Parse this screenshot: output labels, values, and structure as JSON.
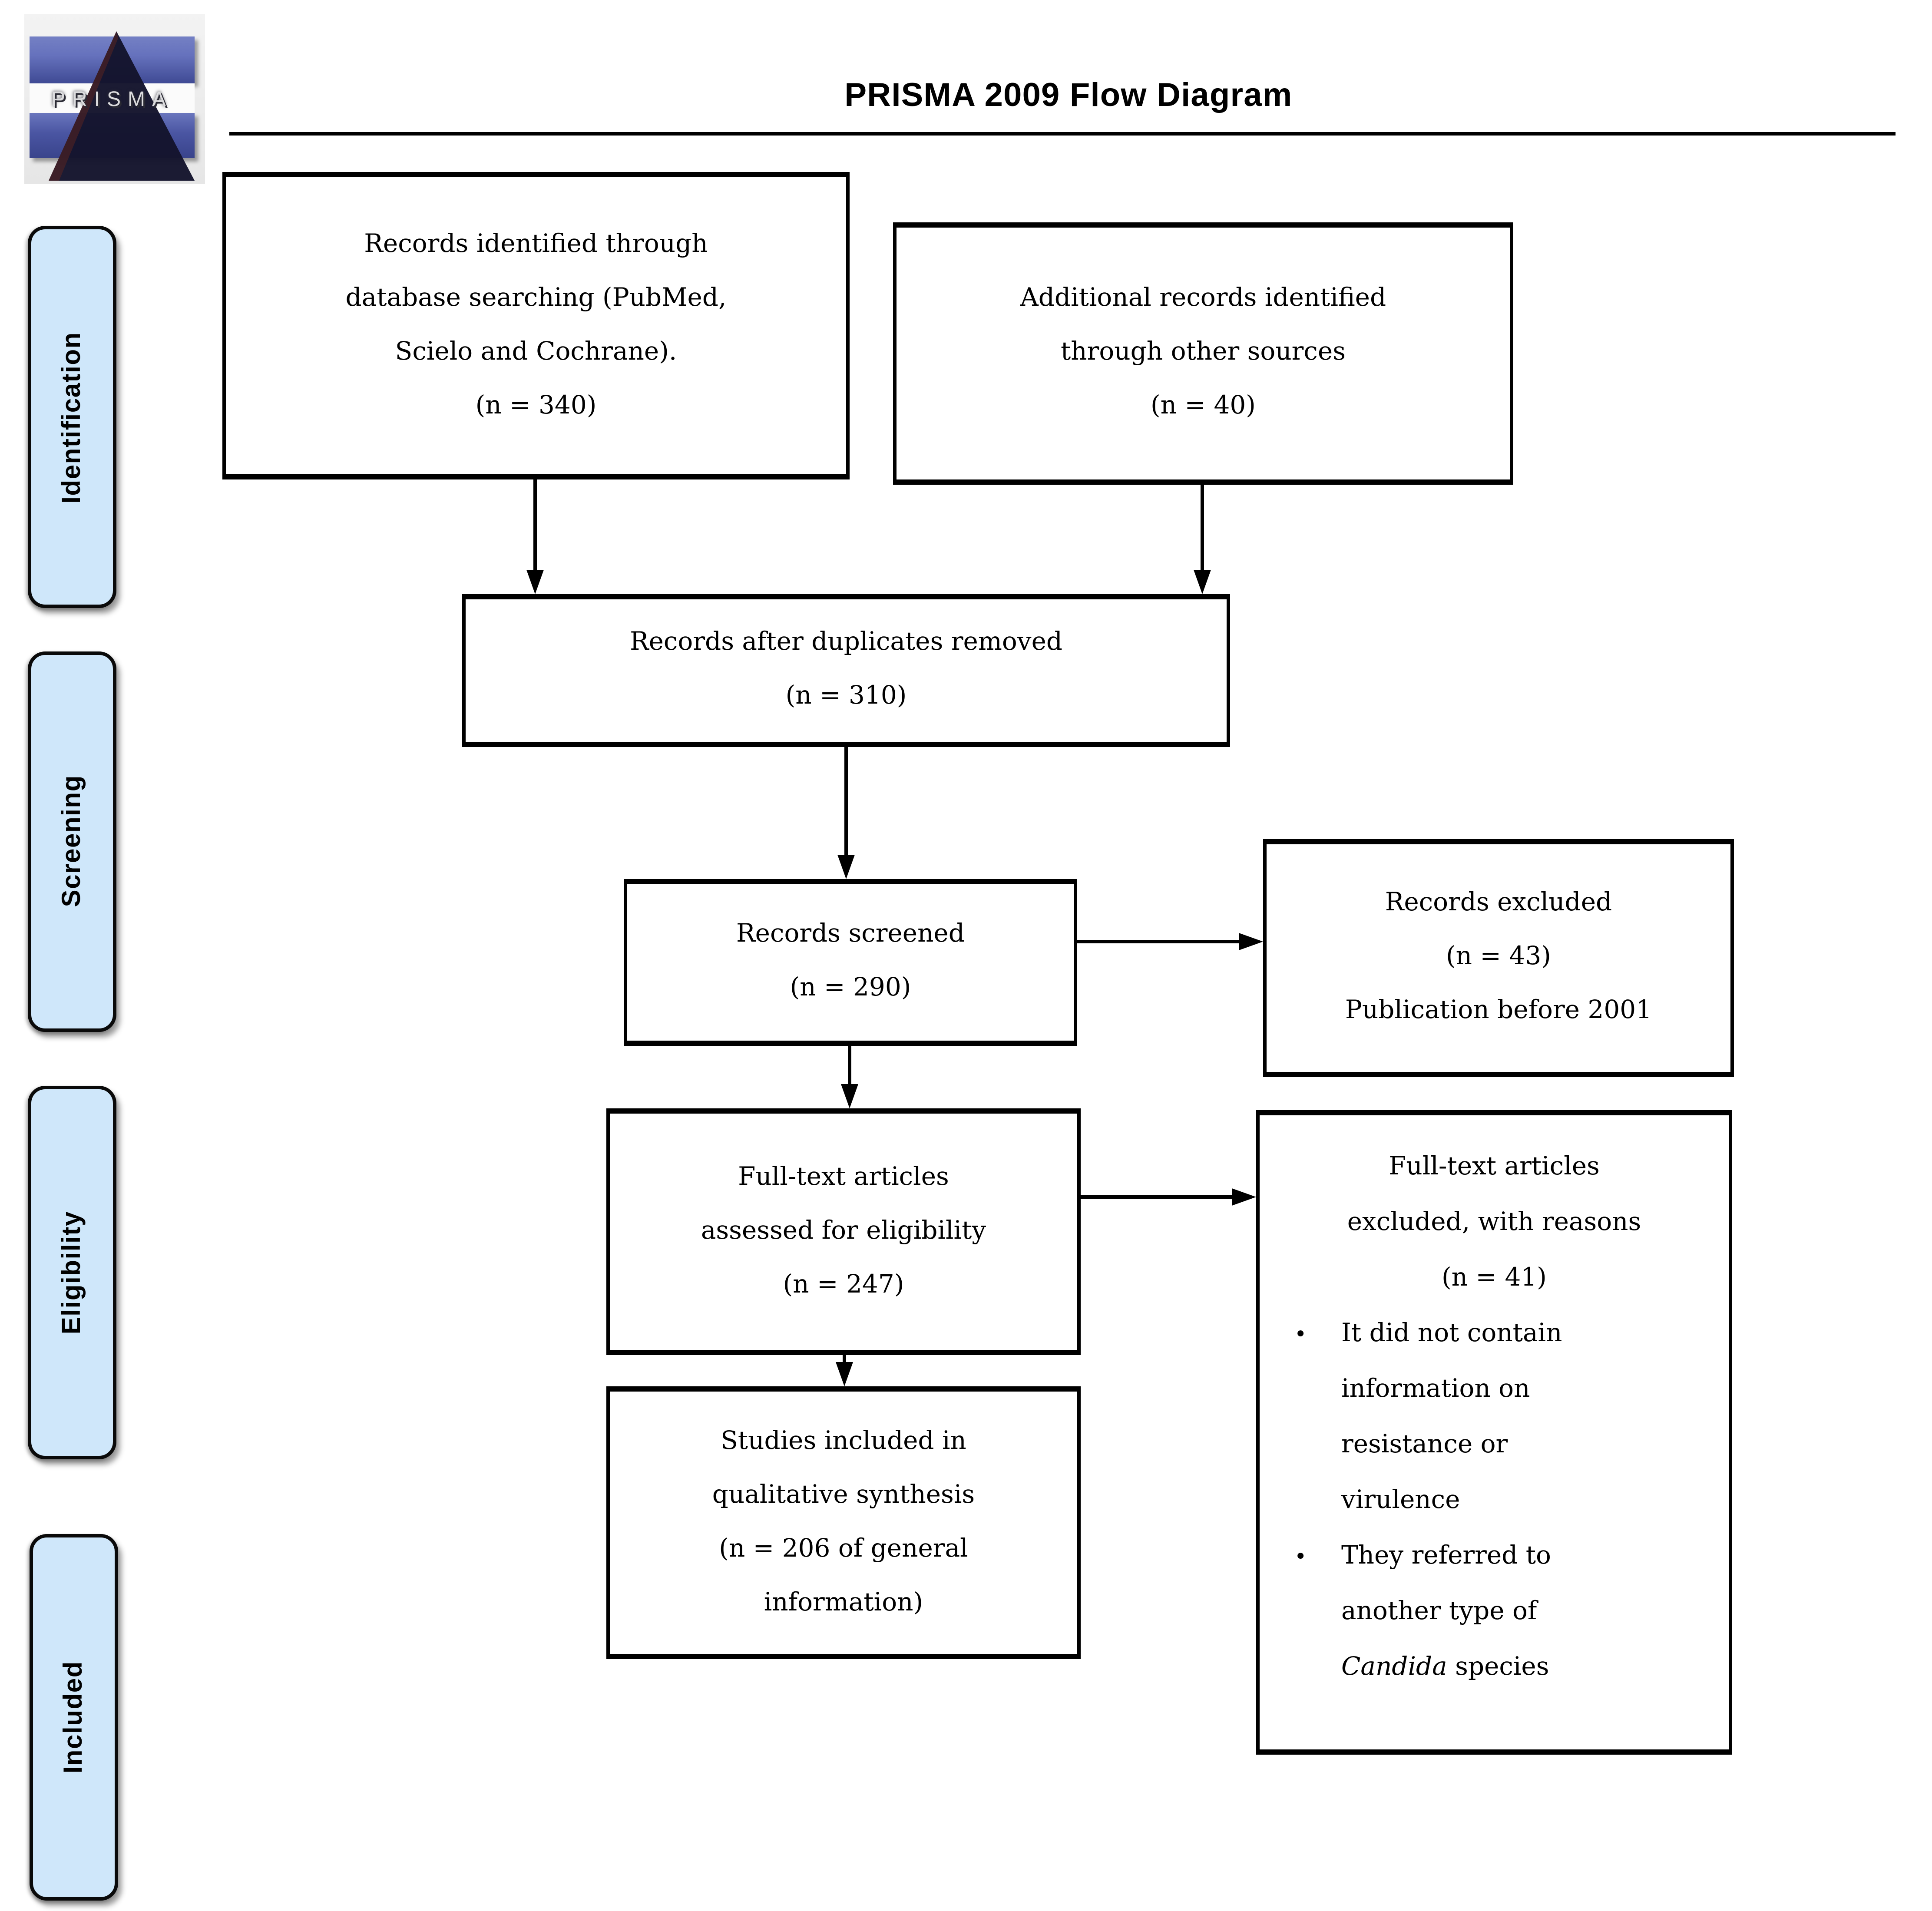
{
  "header": {
    "title": "PRISMA 2009 Flow Diagram",
    "logo_text": "PRISMA"
  },
  "stages": [
    {
      "label": "Identification"
    },
    {
      "label": "Screening"
    },
    {
      "label": "Eligibility"
    },
    {
      "label": "Included"
    }
  ],
  "boxes": {
    "identified": {
      "text": "Records identified through\ndatabase searching (PubMed,\nScielo and Cochrane).\n(n = 340)"
    },
    "additional": {
      "text": "Additional records identified\nthrough other sources\n(n = 40)"
    },
    "duplicates": {
      "text": "Records after duplicates removed\n(n = 310)"
    },
    "screened": {
      "text": "Records screened\n(n = 290)"
    },
    "records_excluded": {
      "text": "Records excluded\n(n = 43)\nPublication before 2001"
    },
    "assessed": {
      "text": "Full-text articles\nassessed for eligibility\n(n = 247)"
    },
    "fulltext_excluded": {
      "heading": "Full-text articles\nexcluded, with reasons\n(n = 41)",
      "bullet_glyph": "•",
      "bullets": [
        {
          "text": "It did not contain\ninformation on\nresistance or\nvirulence"
        },
        {
          "pre": "They referred to\nanother type of\n",
          "italic": "Candida",
          "post": " species"
        }
      ]
    },
    "included_studies": {
      "text": "Studies included in\nqualitative synthesis\n(n = 206 of general\ninformation)"
    }
  },
  "colors": {
    "stage_fill": "#cfe7fa",
    "logo_blue_top": "#6672bd",
    "logo_blue_bottom": "#4a55a2",
    "logo_triangle": "#14142c",
    "line_color": "#000000"
  }
}
